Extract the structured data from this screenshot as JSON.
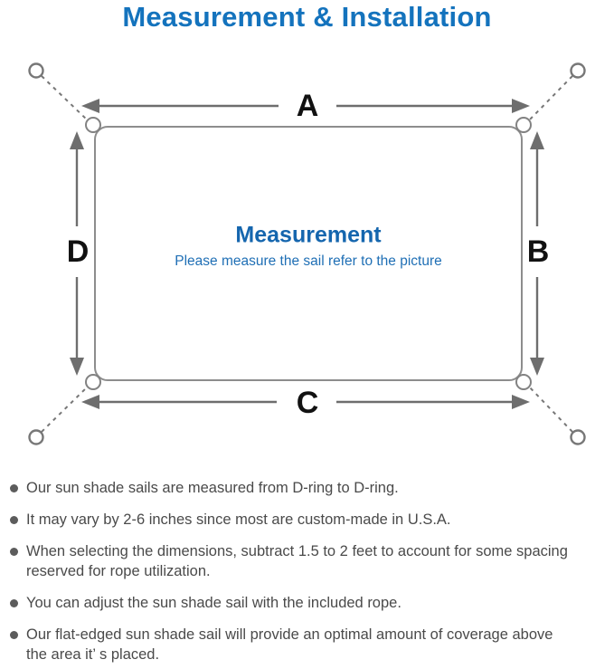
{
  "title": "Measurement & Installation",
  "diagram": {
    "side_labels": {
      "top": "A",
      "right": "B",
      "bottom": "C",
      "left": "D"
    },
    "center_heading": "Measurement",
    "center_subtitle": "Please measure the sail refer to the picture"
  },
  "notes": [
    {
      "lines": [
        "Our sun shade sails are measured from D-ring to D-ring."
      ]
    },
    {
      "lines": [
        "It may vary by 2-6 inches since most are custom-made in U.S.A."
      ]
    },
    {
      "lines": [
        "When selecting the dimensions, subtract 1.5 to 2 feet to account for some spacing",
        "reserved for rope utilization."
      ]
    },
    {
      "lines": [
        "You can adjust the sun shade sail with the included rope."
      ]
    },
    {
      "lines": [
        "Our flat-edged sun shade sail will provide an optimal amount of coverage above",
        "the area it’ s placed."
      ]
    }
  ],
  "colors": {
    "title_blue": "#1473BD",
    "center_blue": "#1566AE",
    "subtitle_blue": "#1F6FB5",
    "line_gray": "#6E6E6E",
    "outline_gray": "#8D8D8D",
    "text_gray": "#4A4A4A"
  }
}
